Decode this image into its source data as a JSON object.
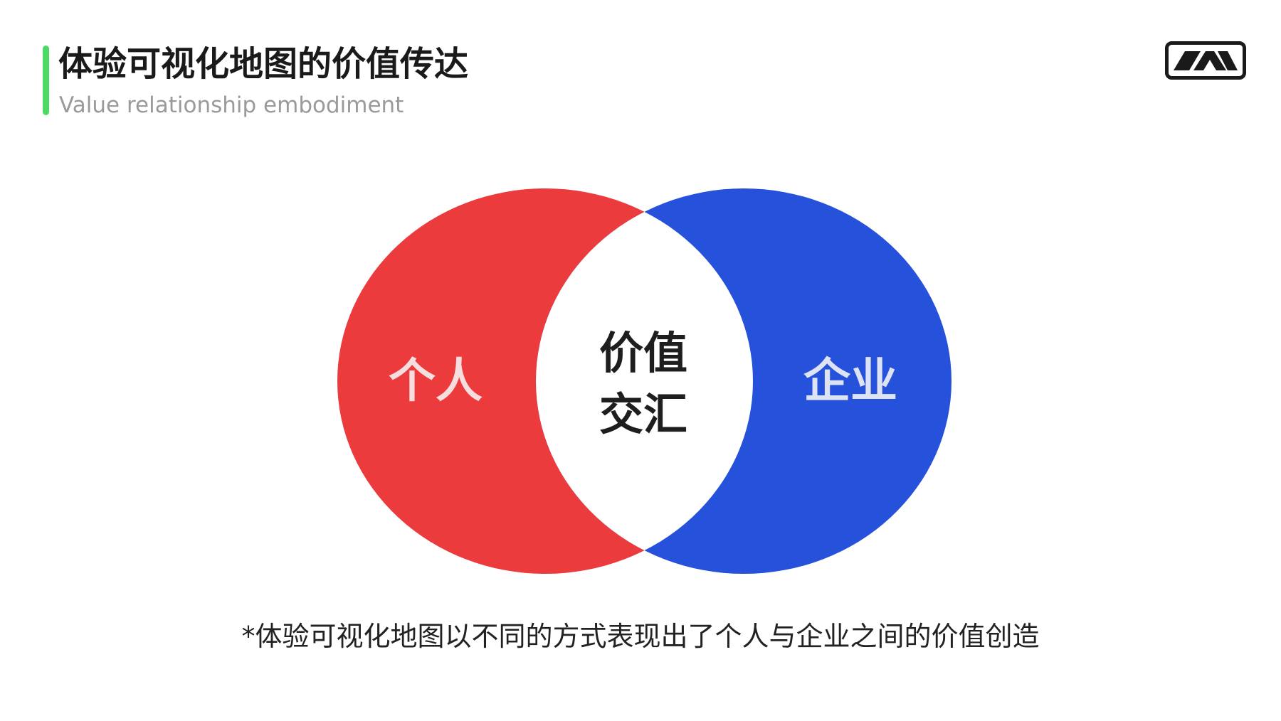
{
  "header": {
    "title": "体验可视化地图的价值传达",
    "subtitle": "Value relationship embodiment",
    "accent_color": "#4cd964"
  },
  "logo": {
    "icon": "brand-logo-icon"
  },
  "diagram": {
    "left_set": {
      "label": "个人",
      "color": "#ec3b3c",
      "label_color": "#f6dede"
    },
    "right_set": {
      "label": "企业",
      "color": "#2652db",
      "label_color": "#dde3f5"
    },
    "intersection": {
      "line1": "价值",
      "line2": "交汇",
      "color": "#ffffff",
      "label_color": "#1e1e1e"
    }
  },
  "footnote": "*体验可视化地图以不同的方式表现出了个人与企业之间的价值创造"
}
